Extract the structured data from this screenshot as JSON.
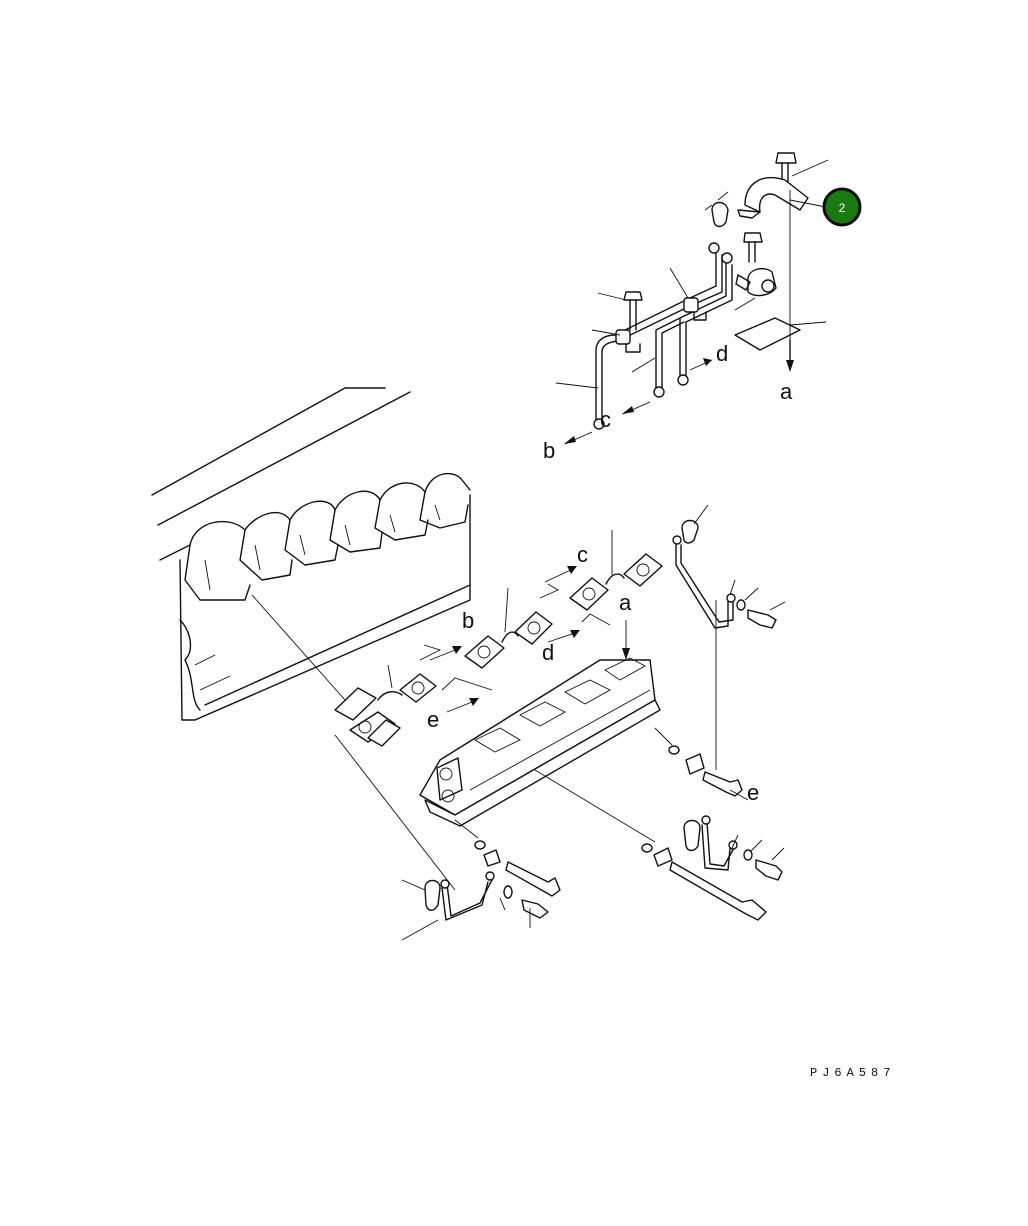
{
  "labels": {
    "a_top": "a",
    "b_top": "b",
    "c_top": "c",
    "d_top": "d",
    "a_mid": "a",
    "b_mid": "b",
    "c_mid": "c",
    "d_mid": "d",
    "e_mid": "e",
    "e_right": "e"
  },
  "callout": {
    "number": "2",
    "color": "#1a7a12"
  },
  "drawing_code": "PJ6A587"
}
